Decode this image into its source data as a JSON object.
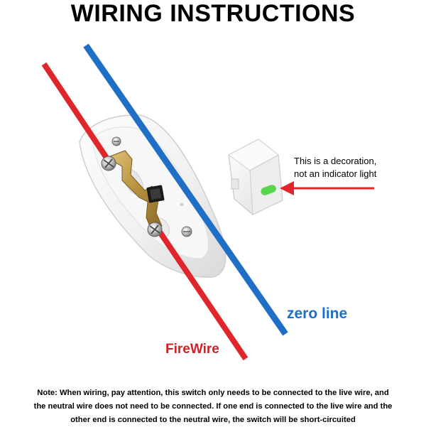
{
  "title": "WIRING INSTRUCTIONS",
  "labels": {
    "zero_line": "zero line",
    "fire_wire": "FireWire",
    "decoration_line1": "This is a decoration,",
    "decoration_line2": "not an indicator light"
  },
  "note": {
    "line1": "Note: When wiring, pay attention, this switch only needs to be connected to the live wire, and",
    "line2": "the neutral wire does not need to be connected. If one end is connected to the live wire and the",
    "line3": "other end is connected to the neutral wire, the switch will be short-circuited"
  },
  "colors": {
    "live_wire": "#e0262b",
    "neutral_wire": "#1f6fc6",
    "indicator": "#57d64c",
    "arrow": "#e0262b",
    "zero_label": "#1e6fc8",
    "fire_label": "#d32027",
    "switch_body": "#f4f4f4",
    "brass": "#c9a253"
  },
  "icons": {
    "switch": "inline-switch-icon",
    "rocker": "rocker-switch-icon",
    "arrow": "arrow-left-icon",
    "screw": "screw-terminal-icon"
  }
}
